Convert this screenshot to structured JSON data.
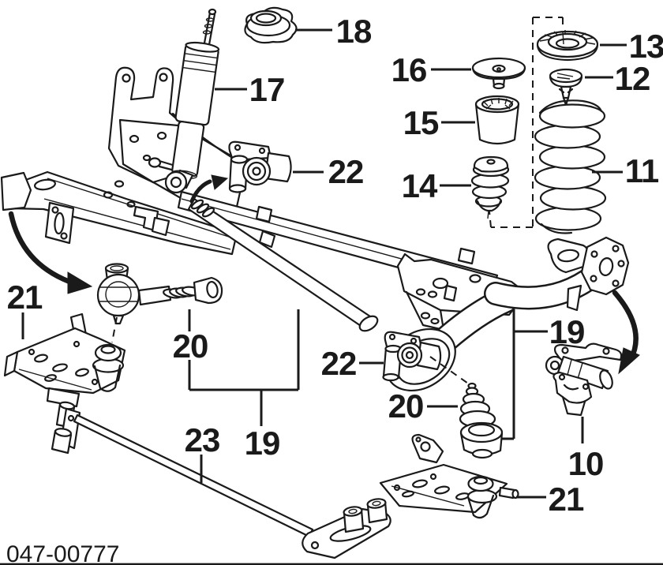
{
  "document": {
    "title": "Rear axle suspension exploded parts diagram",
    "drawing_number": "047-00777",
    "ink_color": "#1a1a1a",
    "background_color": "#ffffff"
  },
  "callouts": {
    "n18": "18",
    "n17": "17",
    "n16": "16",
    "n13": "13",
    "n12": "12",
    "n15": "15",
    "n11": "11",
    "n14": "14",
    "n22_upper": "22",
    "n21_left": "21",
    "n20_upper": "20",
    "n19_lower": "19",
    "n23": "23",
    "n22_lower": "22",
    "n20_lower": "20",
    "n19_right": "19",
    "n10": "10",
    "n21_right": "21"
  }
}
